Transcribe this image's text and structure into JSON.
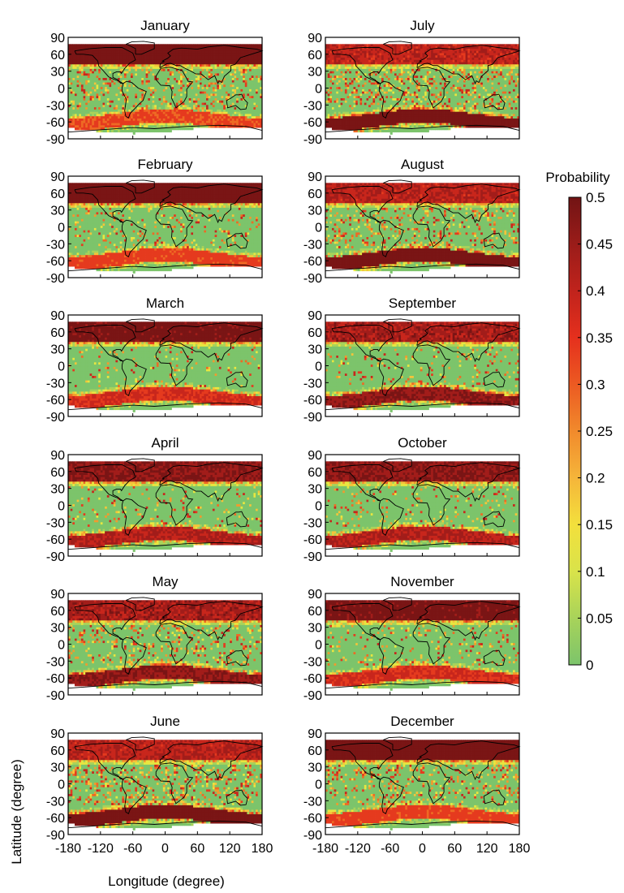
{
  "chart_data": {
    "type": "heatmap",
    "description_ref": "monthly global maps",
    "months_left": [
      "January",
      "February",
      "March",
      "April",
      "May",
      "June"
    ],
    "months_right": [
      "July",
      "August",
      "September",
      "October",
      "November",
      "December"
    ],
    "y_ticks": [
      90,
      60,
      30,
      0,
      -30,
      -60,
      -90
    ],
    "x_ticks": [
      -180,
      -120,
      -60,
      0,
      60,
      120,
      180
    ],
    "x_tick_labels": [
      "-180",
      "-120",
      "-60",
      "0",
      "60",
      "120",
      "180"
    ],
    "xlim": [
      -180,
      180
    ],
    "ylim": [
      -90,
      90
    ],
    "xlabel": "Longitude (degree)",
    "ylabel": "Latitude (degree)",
    "colorbar": {
      "title": "Probability",
      "range": [
        0,
        0.5
      ],
      "ticks": [
        0.5,
        0.45,
        0.4,
        0.35,
        0.3,
        0.25,
        0.2,
        0.15,
        0.1,
        0.05,
        0
      ],
      "tick_labels": [
        "0.5",
        "0.45",
        "0.4",
        "0.35",
        "0.3",
        "0.25",
        "0.2",
        "0.15",
        "0.1",
        "0.05",
        "0"
      ],
      "colors": [
        "#7cc46b",
        "#a8d35a",
        "#e8e640",
        "#f5c43a",
        "#f29a2e",
        "#ee6a24",
        "#e53a1e",
        "#c8261c",
        "#a21d1a",
        "#7a1515"
      ]
    },
    "band_model": {
      "north_band_lat": [
        45,
        80
      ],
      "south_band_lat": [
        -80,
        -35
      ],
      "south_band_peak_lon": 0
    }
  }
}
